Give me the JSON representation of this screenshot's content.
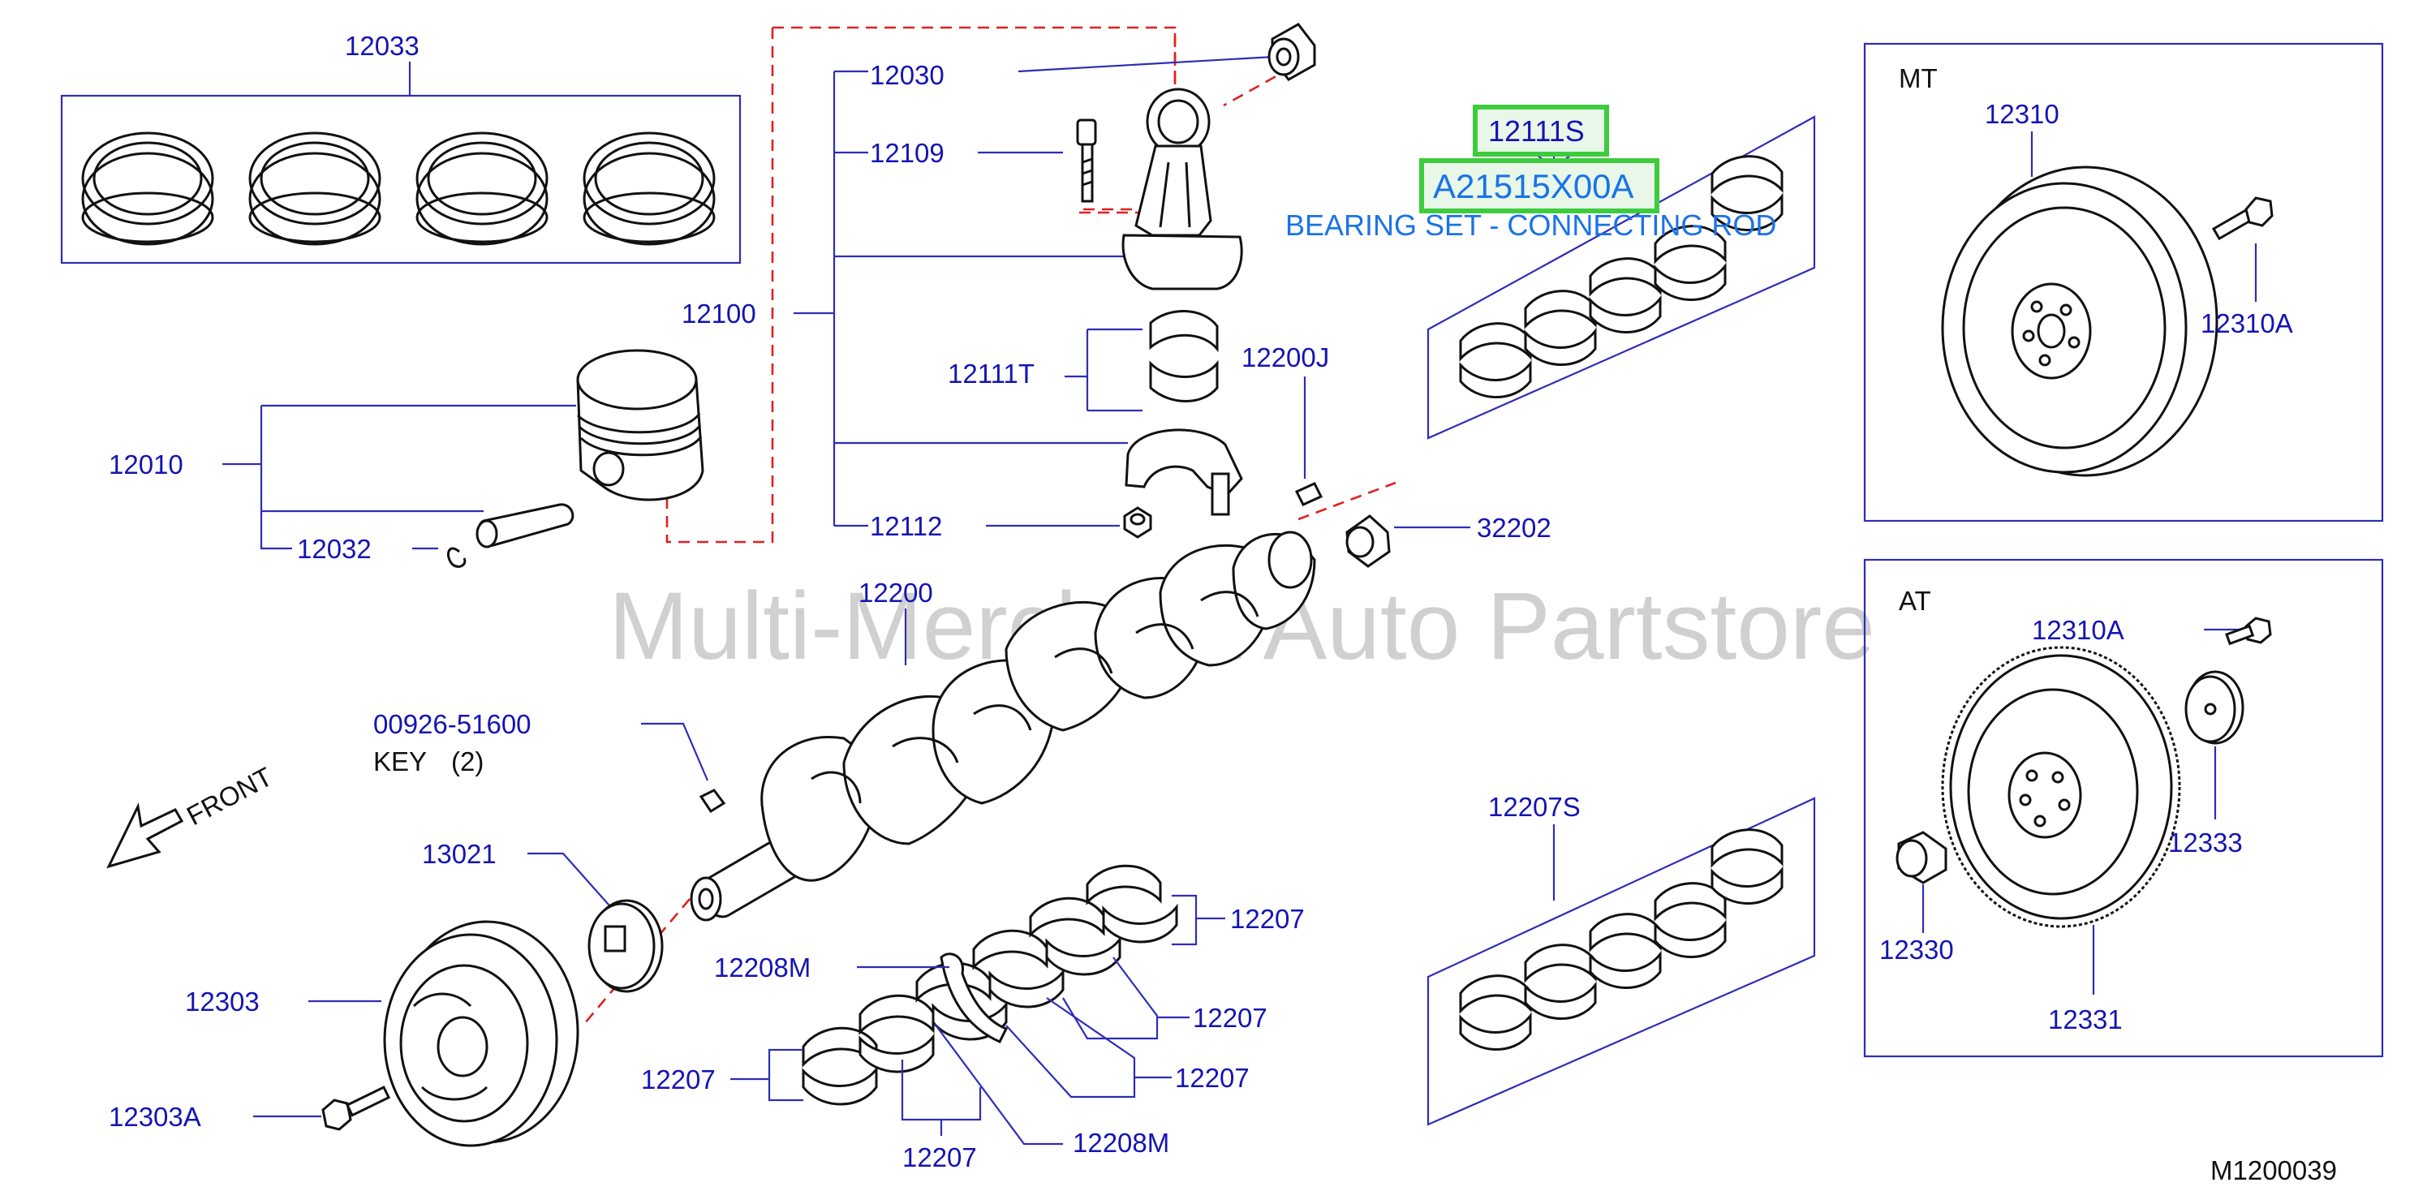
{
  "watermark": "Multi-Merchant Auto Partstore",
  "diagram_code": "M1200039",
  "front_label": "FRONT",
  "highlight": {
    "part_number": "12111S",
    "oem_number": "A21515X00A",
    "description": "BEARING SET - CONNECTING ROD",
    "color": "#3dcc3d",
    "link_color": "#1a73e8"
  },
  "panels": {
    "mt": {
      "title": "MT",
      "labels": [
        "12310",
        "12310A"
      ]
    },
    "at": {
      "title": "AT",
      "labels": [
        "12310A",
        "12333",
        "12330",
        "12331"
      ]
    }
  },
  "labels": {
    "l12033": "12033",
    "l12030": "12030",
    "l12109": "12109",
    "l12100": "12100",
    "l12111T": "12111T",
    "l12200J": "12200J",
    "l12010": "12010",
    "l12032": "12032",
    "l12112": "12112",
    "l32202": "32202",
    "l12200": "12200",
    "l00926": "00926-51600",
    "key": "KEY",
    "key_qty": "(2)",
    "l13021": "13021",
    "l12303": "12303",
    "l12303A": "12303A",
    "l12207S": "12207S",
    "l12207a": "12207",
    "l12208Ma": "12208M",
    "l12207b": "12207",
    "l12207c": "12207",
    "l12207d": "12207",
    "l12207e": "12207",
    "l12208Mb": "12208M"
  },
  "colors": {
    "label": "#1414b4",
    "leader": "#2d2db8",
    "dashed_link": "#e02020",
    "outline": "#111111"
  }
}
